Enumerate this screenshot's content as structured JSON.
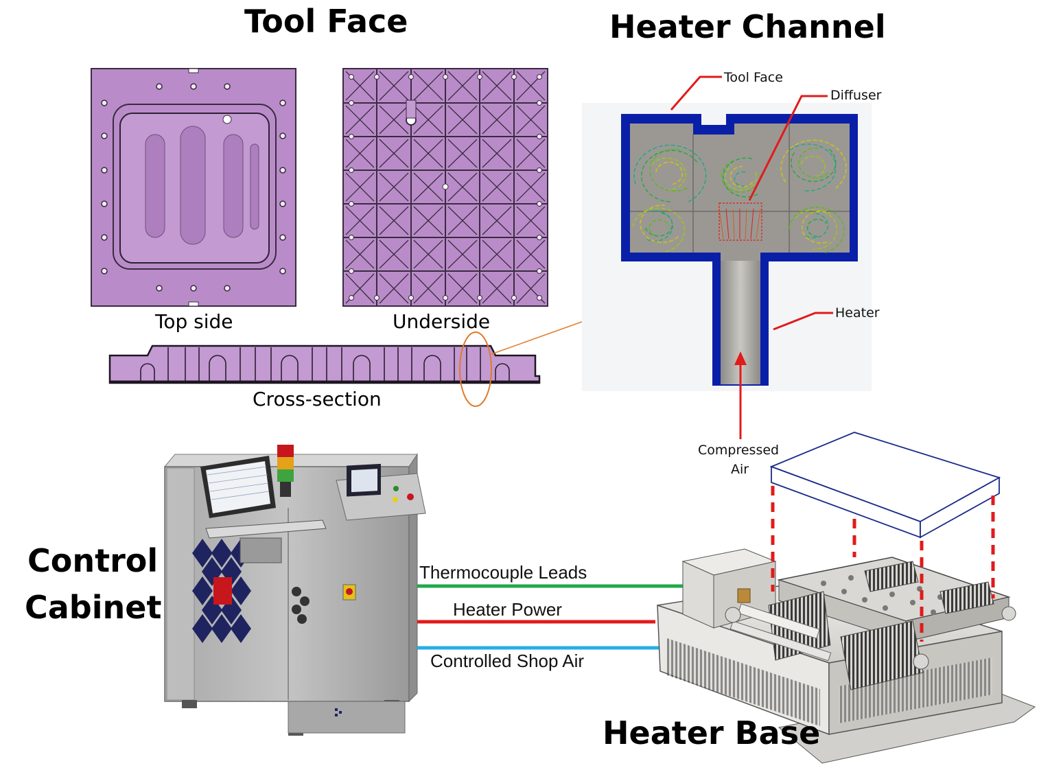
{
  "titles": {
    "tool_face": "Tool Face",
    "heater_channel": "Heater Channel",
    "control_cabinet_line1": "Control",
    "control_cabinet_line2": "Cabinet",
    "heater_base": "Heater Base"
  },
  "plate_labels": {
    "top_side": "Top side",
    "underside": "Underside",
    "cross_section": "Cross-section"
  },
  "channel_callouts": {
    "tool_face": "Tool Face",
    "diffuser": "Diffuser",
    "heater": "Heater",
    "compressed_air_line1": "Compressed",
    "compressed_air_line2": "Air"
  },
  "connections": [
    {
      "label": "Thermocouple Leads",
      "color": "#22a84a"
    },
    {
      "label": "Heater Power",
      "color": "#e11b1b"
    },
    {
      "label": "Controlled Shop Air",
      "color": "#27aee6"
    }
  ],
  "colors": {
    "plate_purple": "#b98cc9",
    "plate_outline": "#3a2a40",
    "channel_blue": "#0a1fa8",
    "callout_red": "#e11b1b",
    "leader_orange": "#e07a2a",
    "cabinet_gray": "#b5b5b5",
    "tool_outline": "#1a2a8a"
  }
}
